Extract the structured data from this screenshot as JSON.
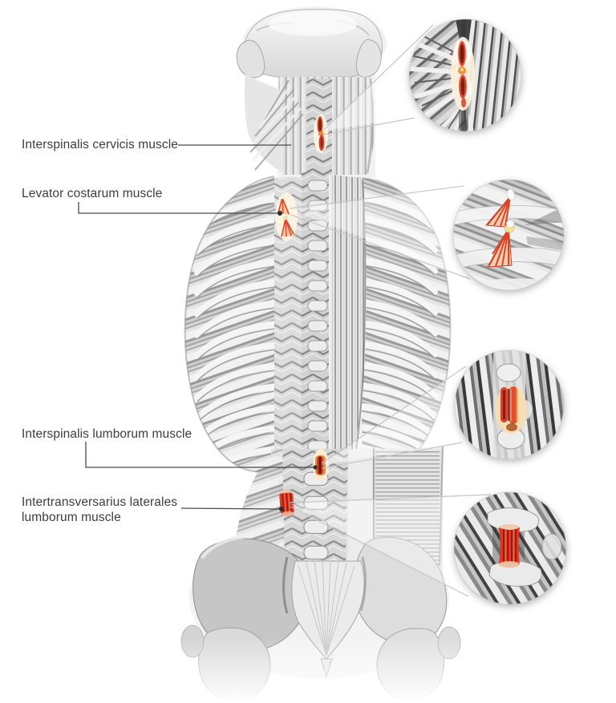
{
  "figure": {
    "labels": [
      {
        "id": "interspinalis-cervicis",
        "text": "Interspinalis cervicis muscle"
      },
      {
        "id": "levator-costarum",
        "text": "Levator costarum muscle"
      },
      {
        "id": "interspinalis-lumborum",
        "text": "Interspinalis lumborum muscle"
      },
      {
        "id": "intertransversarius-laterales-lumborum",
        "text": "Intertransversarius laterales lumborum muscle"
      }
    ],
    "colors": {
      "background": "#ffffff",
      "label_text": "#3d3d3d",
      "leader_line": "#4a4a4a",
      "magnifier_line": "#c7c7c7",
      "highlight_red": "#d8432c",
      "highlight_dark_red": "#6f1d0e",
      "highlight_orange": "#e8893c",
      "highlight_glow": "#fcf0dc",
      "body_gray": "#d6d6d6"
    }
  }
}
